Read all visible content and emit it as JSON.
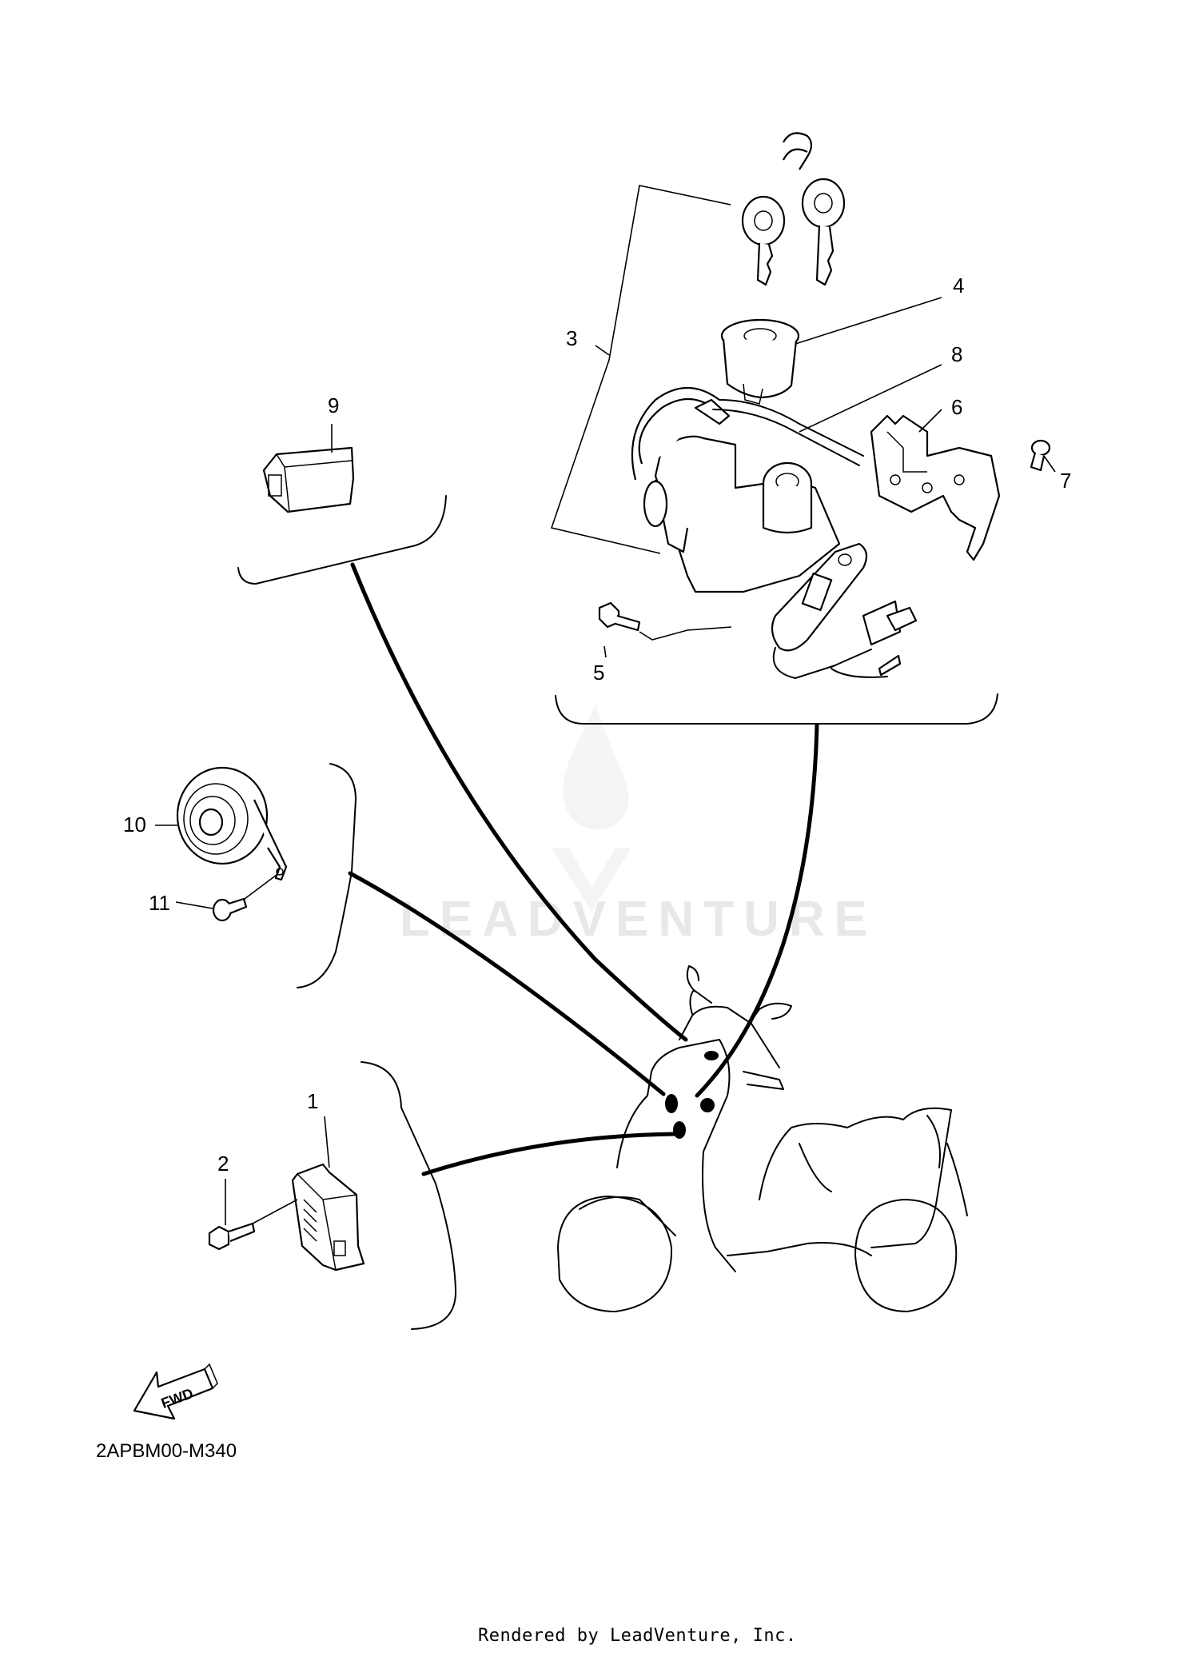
{
  "diagram": {
    "callouts": {
      "c1": "1",
      "c2": "2",
      "c3": "3",
      "c4": "4",
      "c5": "5",
      "c6": "6",
      "c7": "7",
      "c8": "8",
      "c9": "9",
      "c10": "10",
      "c11": "11"
    },
    "fwd_label": "FWD",
    "diagram_code": "2APBM00-M340"
  },
  "watermark": {
    "text": "LEADVENTURE"
  },
  "footer": {
    "rendered_by": "Rendered by LeadVenture, Inc."
  }
}
